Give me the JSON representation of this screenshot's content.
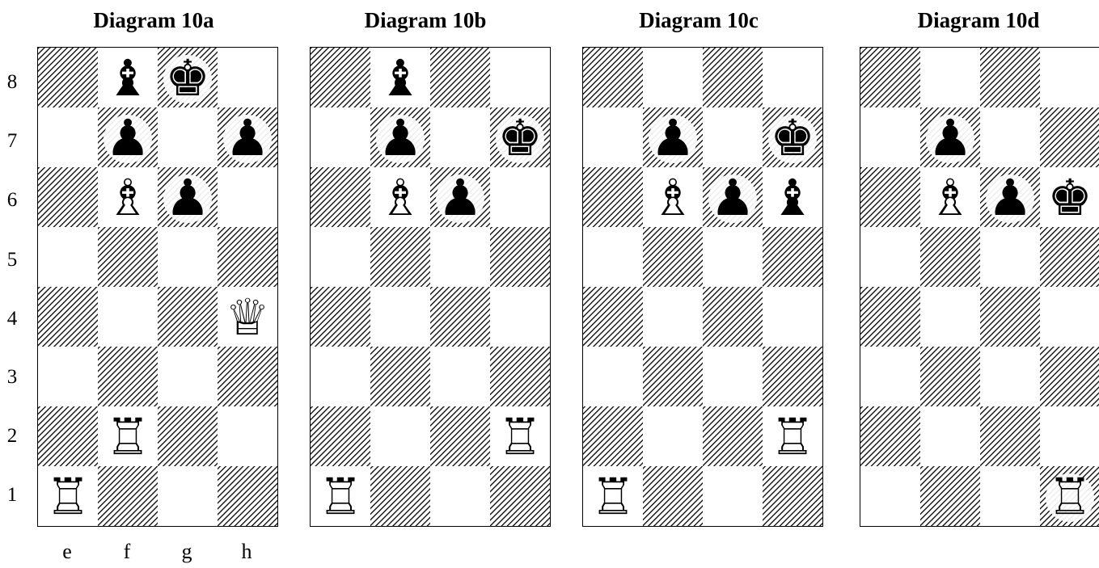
{
  "ranks": [
    "8",
    "7",
    "6",
    "5",
    "4",
    "3",
    "2",
    "1"
  ],
  "files": [
    "e",
    "f",
    "g",
    "h"
  ],
  "colors": {
    "light": "#ffffff",
    "dark_hatch": "#000000",
    "black_piece": "#000000",
    "white_piece": "#ffffff"
  },
  "diagrams": [
    {
      "id": "a",
      "title": "Diagram 10a",
      "pieces": [
        {
          "square": "f8",
          "piece": "bishop",
          "color": "black"
        },
        {
          "square": "g8",
          "piece": "king",
          "color": "black"
        },
        {
          "square": "f7",
          "piece": "pawn",
          "color": "black"
        },
        {
          "square": "h7",
          "piece": "pawn",
          "color": "black"
        },
        {
          "square": "f6",
          "piece": "bishop",
          "color": "white"
        },
        {
          "square": "g6",
          "piece": "pawn",
          "color": "black"
        },
        {
          "square": "h4",
          "piece": "queen",
          "color": "white"
        },
        {
          "square": "f2",
          "piece": "rook",
          "color": "white"
        },
        {
          "square": "e1",
          "piece": "rook",
          "color": "white"
        }
      ]
    },
    {
      "id": "b",
      "title": "Diagram 10b",
      "pieces": [
        {
          "square": "f8",
          "piece": "bishop",
          "color": "black"
        },
        {
          "square": "f7",
          "piece": "pawn",
          "color": "black"
        },
        {
          "square": "h7",
          "piece": "king",
          "color": "black"
        },
        {
          "square": "f6",
          "piece": "bishop",
          "color": "white"
        },
        {
          "square": "g6",
          "piece": "pawn",
          "color": "black"
        },
        {
          "square": "h2",
          "piece": "rook",
          "color": "white"
        },
        {
          "square": "e1",
          "piece": "rook",
          "color": "white"
        }
      ]
    },
    {
      "id": "c",
      "title": "Diagram 10c",
      "pieces": [
        {
          "square": "f7",
          "piece": "pawn",
          "color": "black"
        },
        {
          "square": "h7",
          "piece": "king",
          "color": "black"
        },
        {
          "square": "f6",
          "piece": "bishop",
          "color": "white"
        },
        {
          "square": "g6",
          "piece": "pawn",
          "color": "black"
        },
        {
          "square": "h6",
          "piece": "bishop",
          "color": "black"
        },
        {
          "square": "h2",
          "piece": "rook",
          "color": "white"
        },
        {
          "square": "e1",
          "piece": "rook",
          "color": "white"
        }
      ]
    },
    {
      "id": "d",
      "title": "Diagram 10d",
      "pieces": [
        {
          "square": "f7",
          "piece": "pawn",
          "color": "black"
        },
        {
          "square": "f6",
          "piece": "bishop",
          "color": "white"
        },
        {
          "square": "g6",
          "piece": "pawn",
          "color": "black"
        },
        {
          "square": "h6",
          "piece": "king",
          "color": "black"
        },
        {
          "square": "h1",
          "piece": "rook",
          "color": "white"
        }
      ]
    }
  ]
}
